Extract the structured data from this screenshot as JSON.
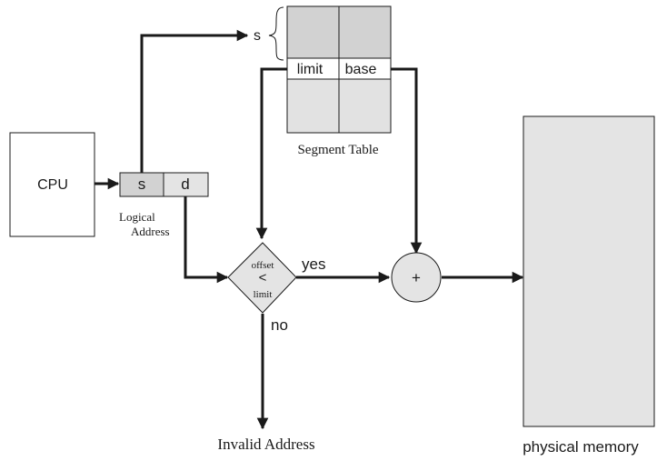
{
  "cpu": {
    "label": "CPU"
  },
  "logical_address": {
    "s": "s",
    "d": "d",
    "caption_line1": "Logical",
    "caption_line2": "Address"
  },
  "segment_table": {
    "index_label": "s",
    "limit_label": "limit",
    "base_label": "base",
    "caption": "Segment Table"
  },
  "comparator": {
    "line1": "offset",
    "line2": "<",
    "line3": "limit",
    "yes_label": "yes",
    "no_label": "no"
  },
  "adder": {
    "symbol": "+"
  },
  "invalid": {
    "label": "Invalid Address"
  },
  "memory": {
    "label": "physical memory"
  },
  "colors": {
    "stroke": "#1a1a1a",
    "table_dark": "#d2d2d2",
    "table_light": "#e2e2e2",
    "memory_fill": "#e4e4e4",
    "adder_fill": "#e4e4e4",
    "s_cell_fill": "#d2d2d2",
    "d_cell_fill": "#e4e4e4"
  }
}
